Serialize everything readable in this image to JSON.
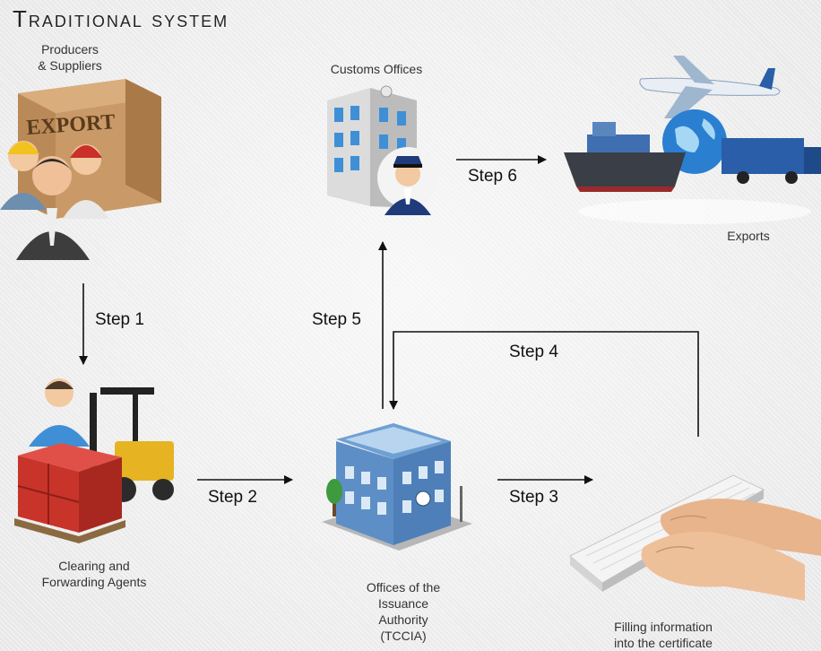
{
  "title": "Traditional system",
  "nodes": {
    "producers": [
      "Producers",
      "& Suppliers"
    ],
    "export_box_text": "EXPORT",
    "customs": "Customs Offices",
    "exports": "Exports",
    "agents": [
      "Clearing and",
      "Forwarding Agents"
    ],
    "authority": [
      "Offices of the",
      "Issuance",
      "Authority",
      "(TCCIA)"
    ],
    "filling": [
      "Filling information",
      "into the certificate"
    ]
  },
  "steps": {
    "s1": "Step 1",
    "s2": "Step  2",
    "s3": "Step 3",
    "s4": "Step 4",
    "s5": "Step 5",
    "s6": "Step 6"
  },
  "colors": {
    "arrow": "#111111",
    "box": "#b98a58",
    "building_blue": "#4f7fb8",
    "crate_red": "#c8342a",
    "forklift_yellow": "#e6b422",
    "globe_blue": "#2a7fd0",
    "ship_hull": "#3a3f47"
  },
  "icons": [
    "export-box-icon",
    "people-icon",
    "customs-building-icon",
    "officer-icon",
    "airplane-icon",
    "globe-icon",
    "ship-icon",
    "truck-icon",
    "worker-icon",
    "forklift-icon",
    "crates-icon",
    "authority-building-icon",
    "tree-icon",
    "keyboard-icon",
    "hands-icon"
  ]
}
